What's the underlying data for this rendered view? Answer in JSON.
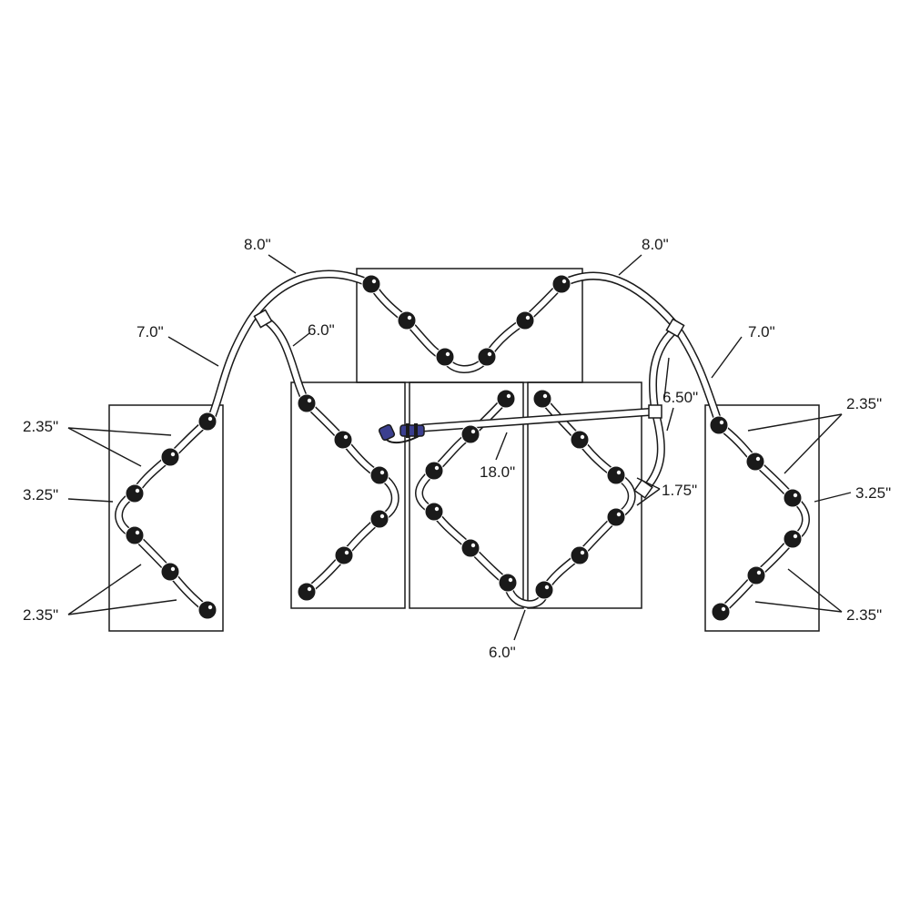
{
  "diagram": {
    "labels": {
      "top_left_8": "8.0\"",
      "top_right_8": "8.0\"",
      "left_7": "7.0\"",
      "right_7": "7.0\"",
      "center_6_top": "6.0\"",
      "right_650": "6.50\"",
      "center_18": "18.0\"",
      "right_175": "1.75\"",
      "bottom_6": "6.0\"",
      "left_235_top": "2.35\"",
      "left_325": "3.25\"",
      "left_235_bottom": "2.35\"",
      "right_235_top": "2.35\"",
      "right_325": "3.25\"",
      "right_235_bottom": "2.35\""
    },
    "colors": {
      "line": "#1a1a1a",
      "jet": "#1a1a1a",
      "connector": "#3b3f8f"
    },
    "icons": {
      "jet": "jet-icon",
      "tee": "tee-fitting-icon",
      "inlet": "inlet-connector-icon"
    }
  }
}
